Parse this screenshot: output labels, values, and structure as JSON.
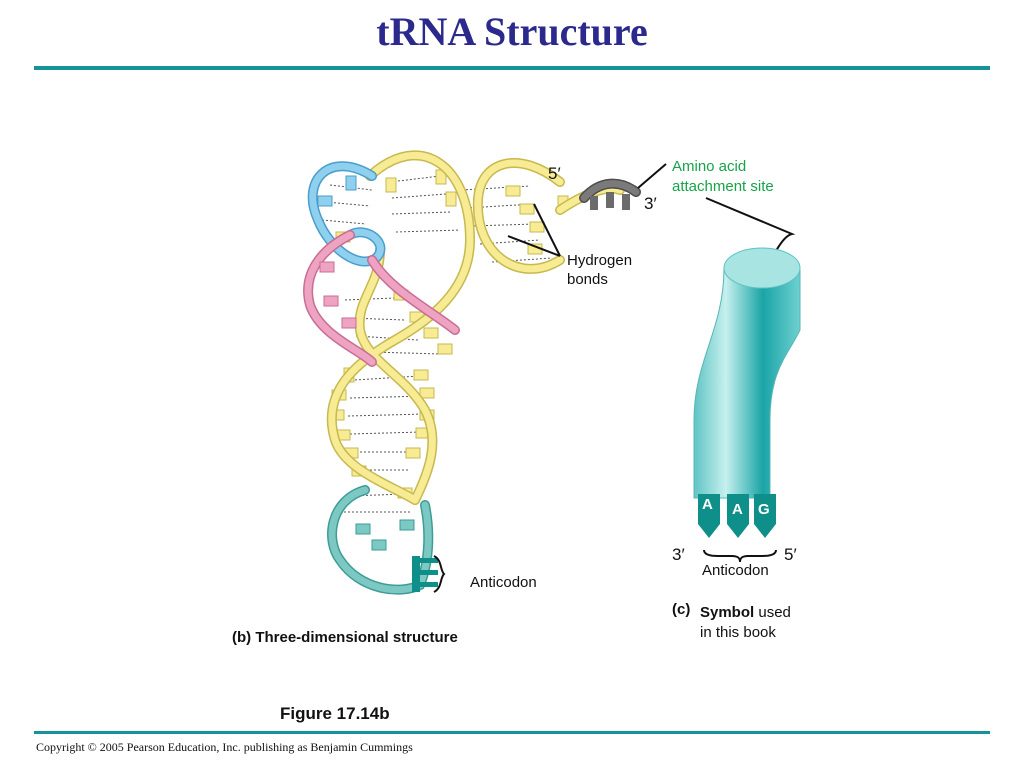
{
  "title": "tRNA Structure",
  "labels": {
    "five_prime": "5′",
    "three_prime": "3′",
    "amino_acid_line1": "Amino acid",
    "amino_acid_line2": "attachment site",
    "hydrogen_line1": "Hydrogen",
    "hydrogen_line2": "bonds",
    "anticodon_left": "Anticodon",
    "caption_b": "(b) Three-dimensional structure",
    "symbol_3prime": "3′",
    "symbol_5prime": "5′",
    "anticodon_right": "Anticodon",
    "caption_c_letter": "(c)",
    "symbol_word": "Symbol",
    "symbol_rest": " used",
    "symbol_line2": "in this book"
  },
  "anticodon_bases": [
    "A",
    "A",
    "G"
  ],
  "figure_label": "Figure 17.14b",
  "copyright": "Copyright © 2005 Pearson Education, Inc. publishing as Benjamin Cummings",
  "colors": {
    "title": "#2b2a8c",
    "rule": "#14939a",
    "backbone_yellow": "#f7ec93",
    "loop_blue": "#8fd0ef",
    "loop_pink": "#eea3c2",
    "loop_teal": "#7cc9c4",
    "anticodon_teal": "#0f8f8a",
    "acceptor_gray": "#6b6b6b",
    "label_green": "#16a34a"
  }
}
